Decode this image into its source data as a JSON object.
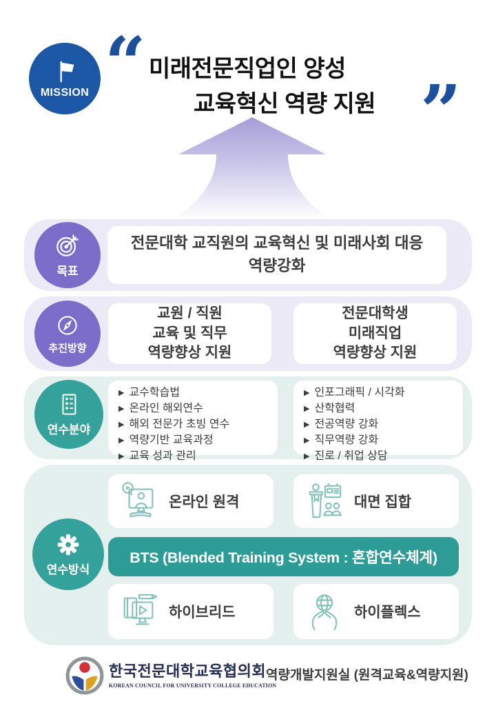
{
  "mission": {
    "badge": "MISSION",
    "open_quote": "“",
    "close_quote": "”",
    "line1": "미래전문직업인 양성",
    "line2": "교육혁신 역량 지원"
  },
  "goal": {
    "label": "목표",
    "line1": "전문대학 교직원의 교육혁신 및 미래사회 대응",
    "line2": "역량강화"
  },
  "direction": {
    "label": "추진방향",
    "box1": [
      "교원 / 직원",
      "교육 및 직무",
      "역량향상 지원"
    ],
    "box2": [
      "전문대학생",
      "미래직업",
      "역량향상 지원"
    ]
  },
  "fields": {
    "label": "연수분야",
    "bullet": "▶",
    "list1": [
      "교수학습법",
      "온라인 해외연수",
      "해외 전문가 초빙 연수",
      "역량기반 교육과정",
      "교육 성과 관리"
    ],
    "list2": [
      "인포그래픽 / 시각화",
      "산학협력",
      "전공역량 강화",
      "직무역량 강화",
      "진로 / 취업 상담"
    ]
  },
  "methods": {
    "label": "연수방식",
    "online": "온라인 원격",
    "offline": "대면 집합",
    "bts": "BTS (Blended Training System : 혼합연수체계)",
    "hybrid": "하이브리드",
    "hyflex": "하이플렉스"
  },
  "footer": {
    "org_kr": "한국전문대학교육협의회",
    "org_en": "KOREAN COUNCIL FOR UNIVERSITY COLLEGE EDUCATION",
    "dept": "역량개발지원실 (원격교육&역량지원)"
  },
  "icons": {
    "mission": "flag-icon",
    "goal": "target-icon",
    "direction": "compass-icon",
    "fields": "checklist-icon",
    "methods": "gear-icon",
    "online": "online-remote-icon",
    "offline": "podium-audience-icon",
    "hybrid": "tablet-monitor-icon",
    "hyflex": "hands-globe-icon",
    "logo": "council-logo"
  },
  "colors": {
    "mission_blue": "#1b57a5",
    "quote_blue": "#1c4f9c",
    "purple": "#7a6cc8",
    "lavender_band": "#eceaf6",
    "teal": "#35a19b",
    "mint_band": "#e3f0ed",
    "bts_teal": "#2d9b96",
    "icon_outline": "#7fc0bb",
    "text_dark": "#3c3c3c",
    "arrow_purple": "#a59fd8"
  }
}
